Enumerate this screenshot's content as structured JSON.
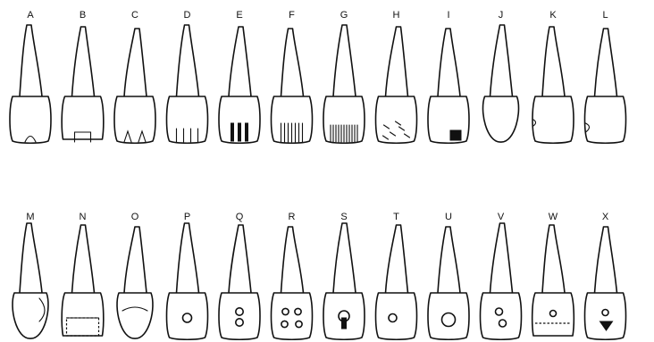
{
  "figure": {
    "rows": [
      {
        "name": "top-row",
        "teeth": [
          {
            "label": "A",
            "pattern": "crown-plain"
          },
          {
            "label": "B",
            "pattern": "crown-notch-wide"
          },
          {
            "label": "C",
            "pattern": "crown-two-notches"
          },
          {
            "label": "D",
            "pattern": "crown-four-notches"
          },
          {
            "label": "E",
            "pattern": "crown-three-bars"
          },
          {
            "label": "F",
            "pattern": "crown-fine-bars"
          },
          {
            "label": "G",
            "pattern": "crown-dense-bars"
          },
          {
            "label": "H",
            "pattern": "crown-scattered-marks"
          },
          {
            "label": "I",
            "pattern": "crown-dark-corner"
          },
          {
            "label": "J",
            "pattern": "crown-oval"
          },
          {
            "label": "K",
            "pattern": "crown-nicked"
          },
          {
            "label": "L",
            "pattern": "crown-side-notch"
          }
        ]
      },
      {
        "name": "bottom-row",
        "teeth": [
          {
            "label": "M",
            "pattern": "crown-side-bulge"
          },
          {
            "label": "N",
            "pattern": "crown-dashed-box"
          },
          {
            "label": "O",
            "pattern": "crown-rounded"
          },
          {
            "label": "P",
            "pattern": "crown-one-hole"
          },
          {
            "label": "Q",
            "pattern": "crown-two-holes"
          },
          {
            "label": "R",
            "pattern": "crown-four-holes"
          },
          {
            "label": "S",
            "pattern": "crown-keyhole"
          },
          {
            "label": "T",
            "pattern": "crown-side-hole"
          },
          {
            "label": "U",
            "pattern": "crown-large-hole"
          },
          {
            "label": "V",
            "pattern": "crown-stacked-holes"
          },
          {
            "label": "W",
            "pattern": "crown-dashed-hole"
          },
          {
            "label": "X",
            "pattern": "crown-wedge-mark"
          }
        ]
      }
    ]
  }
}
